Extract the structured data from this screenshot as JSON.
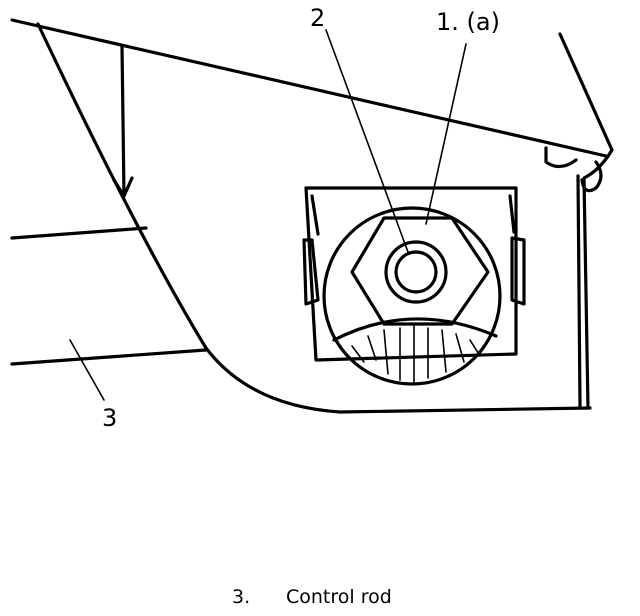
{
  "callouts": {
    "item_1": "1. (a)",
    "item_2": "2",
    "item_3": "3"
  },
  "legend": [
    {
      "number": "3.",
      "text": "Control rod"
    }
  ]
}
